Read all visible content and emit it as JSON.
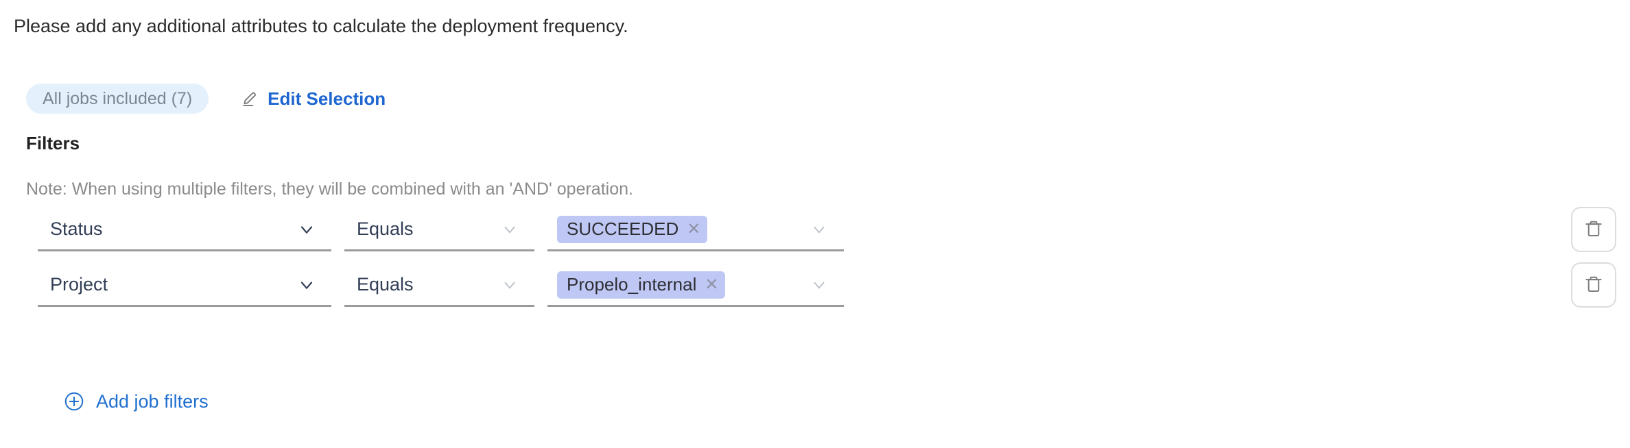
{
  "intro": {
    "text": "Please add any additional attributes to calculate the deployment frequency."
  },
  "selection": {
    "pill_label": "All jobs included (7)",
    "edit_label": "Edit Selection",
    "pencil_icon": "pencil-icon"
  },
  "filters_section": {
    "heading": "Filters",
    "note": "Note: When using multiple filters, they will be combined with an 'AND' operation.",
    "add_label": "Add job filters",
    "add_icon": "plus-circle-icon",
    "delete_icon": "trash-icon",
    "chevron_icon": "chevron-down-icon",
    "chip_remove_icon": "close-icon"
  },
  "filters": [
    {
      "attribute": "Status",
      "operator": "Equals",
      "value": "SUCCEEDED"
    },
    {
      "attribute": "Project",
      "operator": "Equals",
      "value": "Propelo_internal"
    }
  ],
  "colors": {
    "link": "#1f66d0",
    "pill_bg": "#e4f1fc",
    "pill_text": "#7b8794",
    "chip_bg": "#bfc8f5",
    "field_text": "#313e56",
    "underline": "#9a9a9a"
  }
}
